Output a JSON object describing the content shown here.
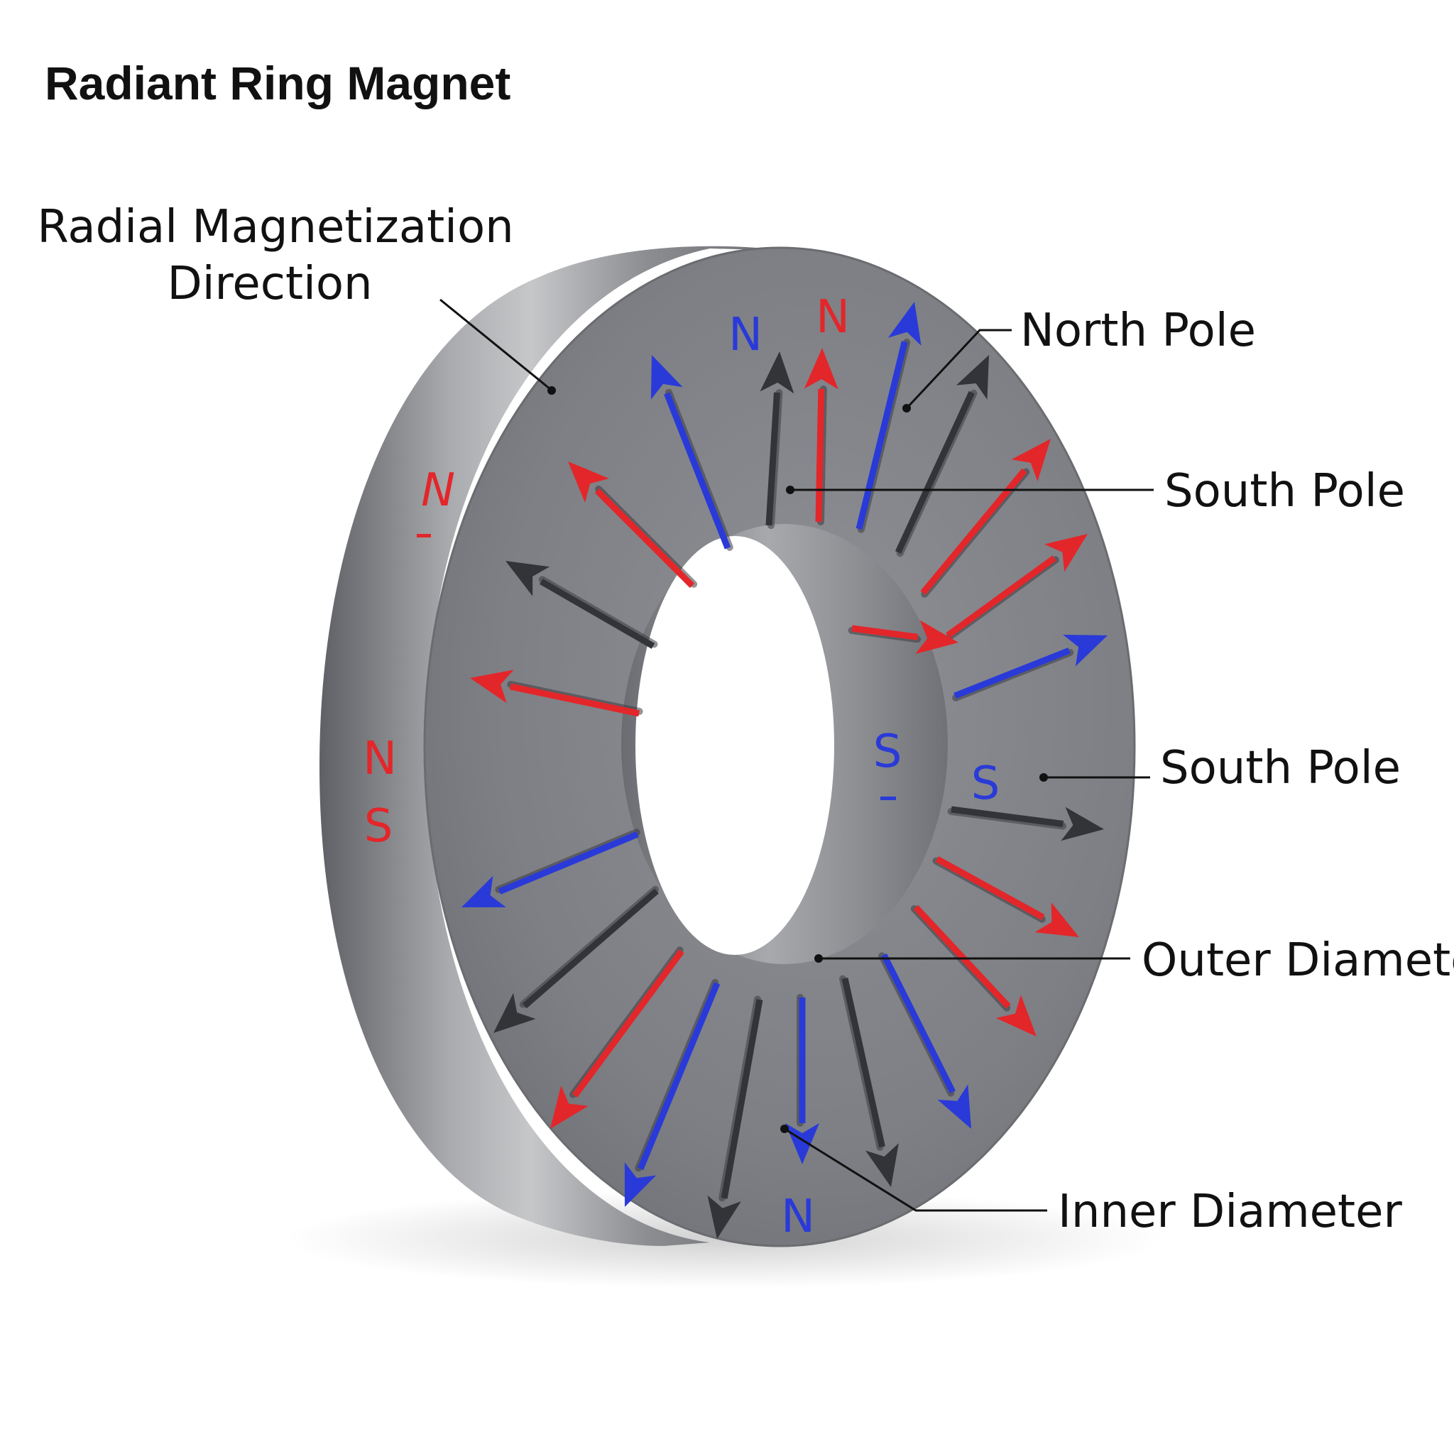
{
  "title": "Radiant Ring Magnet",
  "callouts": {
    "radial_direction_line1": "Radial Magnetization",
    "radial_direction_line2": "Direction",
    "north_pole": "North Pole",
    "south_pole_upper": "South Pole",
    "south_pole_lower": "South Pole",
    "outer_diameter": "Outer Diameter",
    "inner_diameter": "Inner Diameter"
  },
  "pole_labels": {
    "face_top_blue": "N",
    "face_top_red": "N",
    "rim_upper": "N",
    "rim_middle_n": "N",
    "rim_middle_s": "S",
    "bore_s": "S",
    "face_right_s": "S",
    "face_bottom_n": "N"
  },
  "colors": {
    "north_red": "#e3262a",
    "south_blue": "#2a3ad8",
    "neutral_dark": "#333438",
    "steel": "#85878c",
    "leader_line": "#111111"
  }
}
